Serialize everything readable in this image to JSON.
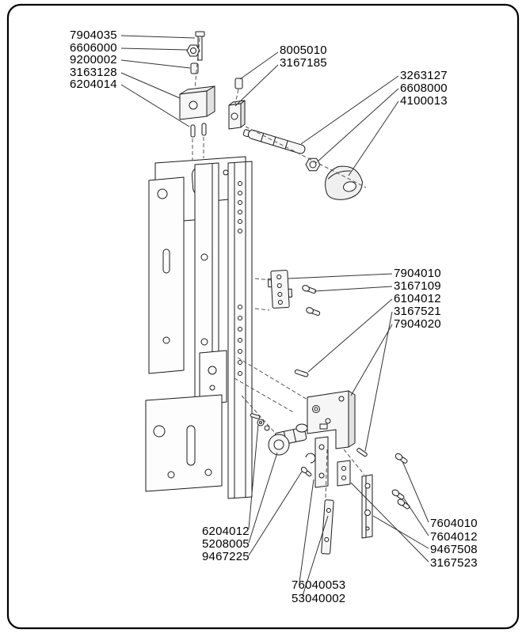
{
  "figure": {
    "type": "exploded-parts-diagram",
    "background": "#ffffff",
    "border_color": "#000000",
    "line_color": "#1a1a1a",
    "leader_color": "#333333"
  },
  "callouts": {
    "top_left": [
      "7904035",
      "6606000",
      "9200002",
      "3163128",
      "6204014"
    ],
    "top_middle": [
      "8005010",
      "3167185"
    ],
    "top_right": [
      "3263127",
      "6608000",
      "4100013"
    ],
    "mid_right": [
      "7904010",
      "3167109",
      "6104012",
      "3167521",
      "7904020"
    ],
    "bottom_left": [
      "6204012",
      "5208005",
      "9467225"
    ],
    "bottom_right": [
      "7604010",
      "7604012",
      "9467508",
      "3167523"
    ],
    "bottom_middle": [
      "76040053",
      "53040002"
    ]
  }
}
